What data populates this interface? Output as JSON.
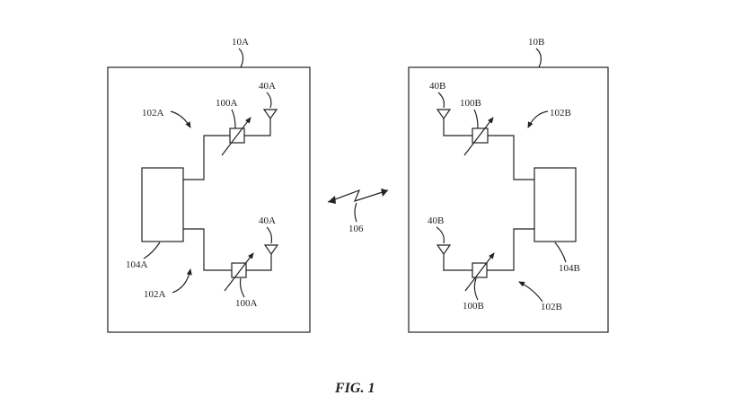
{
  "figure": {
    "caption": "FIG. 1",
    "link_label": "106",
    "device_a": {
      "label": "10A",
      "transceiver_label": "104A",
      "front_end_top_label": "102A",
      "front_end_bottom_label": "102A",
      "phase_shifter_top_label": "100A",
      "phase_shifter_bottom_label": "100A",
      "antenna_top_label": "40A",
      "antenna_bottom_label": "40A"
    },
    "device_b": {
      "label": "10B",
      "transceiver_label": "104B",
      "front_end_top_label": "102B",
      "front_end_bottom_label": "102B",
      "phase_shifter_top_label": "100B",
      "phase_shifter_bottom_label": "100B",
      "antenna_top_label": "40B",
      "antenna_bottom_label": "40B"
    }
  }
}
